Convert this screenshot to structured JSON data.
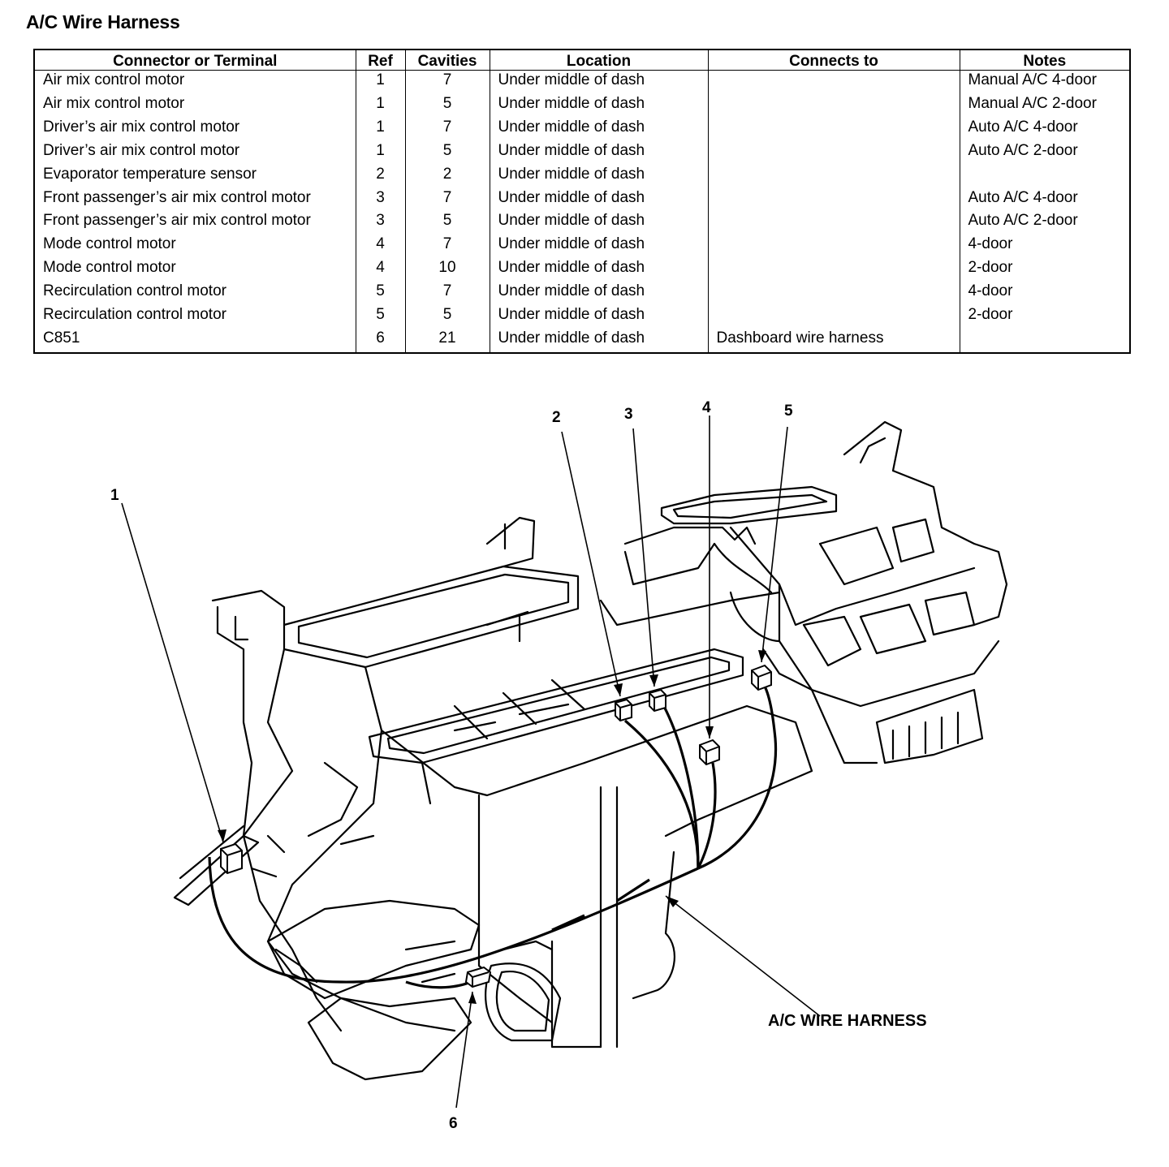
{
  "title": "A/C Wire Harness",
  "table": {
    "headers": [
      "Connector or Terminal",
      "Ref",
      "Cavities",
      "Location",
      "Connects to",
      "Notes"
    ],
    "rows": [
      [
        "Air mix control motor",
        "1",
        "7",
        "Under middle of dash",
        "",
        "Manual A/C 4-door"
      ],
      [
        "Air mix control motor",
        "1",
        "5",
        "Under middle of dash",
        "",
        "Manual A/C 2-door"
      ],
      [
        "Driver’s air mix control motor",
        "1",
        "7",
        "Under middle of dash",
        "",
        "Auto A/C 4-door"
      ],
      [
        "Driver’s air mix control motor",
        "1",
        "5",
        "Under middle of dash",
        "",
        "Auto A/C 2-door"
      ],
      [
        "Evaporator temperature sensor",
        "2",
        "2",
        "Under middle of dash",
        "",
        ""
      ],
      [
        "Front passenger’s air mix control motor",
        "3",
        "7",
        "Under middle of dash",
        "",
        "Auto A/C 4-door"
      ],
      [
        "Front passenger’s air mix control motor",
        "3",
        "5",
        "Under middle of dash",
        "",
        "Auto A/C 2-door"
      ],
      [
        "Mode control motor",
        "4",
        "7",
        "Under middle of dash",
        "",
        "4-door"
      ],
      [
        "Mode control motor",
        "4",
        "10",
        "Under middle of dash",
        "",
        "2-door"
      ],
      [
        "Recirculation control motor",
        "5",
        "7",
        "Under middle of dash",
        "",
        "4-door"
      ],
      [
        "Recirculation control motor",
        "5",
        "5",
        "Under middle of dash",
        "",
        "2-door"
      ],
      [
        "C851",
        "6",
        "21",
        "Under middle of dash",
        "Dashboard wire harness",
        ""
      ]
    ]
  },
  "diagram": {
    "callouts": [
      "1",
      "2",
      "3",
      "4",
      "5",
      "6"
    ],
    "harness_label": "A/C WIRE HARNESS"
  }
}
